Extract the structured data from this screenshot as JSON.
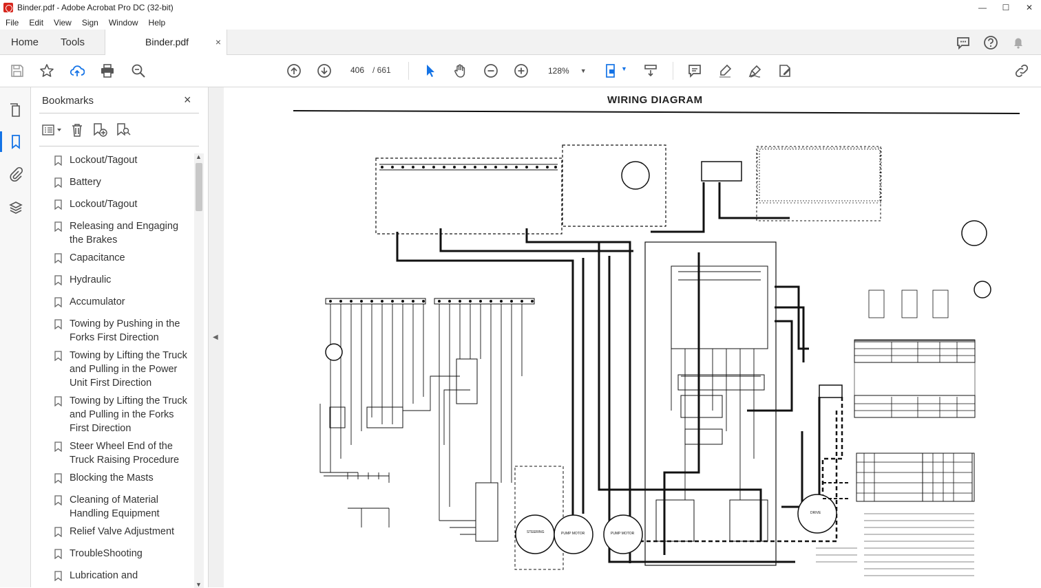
{
  "window": {
    "title": "Binder.pdf - Adobe Acrobat Pro DC (32-bit)"
  },
  "menu": [
    "File",
    "Edit",
    "View",
    "Sign",
    "Window",
    "Help"
  ],
  "tabs": {
    "home": "Home",
    "tools": "Tools",
    "document": "Binder.pdf",
    "close": "×"
  },
  "toolbar": {
    "page_current": "406",
    "page_total": "/ 661",
    "zoom": "128%"
  },
  "bookmarks": {
    "title": "Bookmarks",
    "close": "×",
    "items": [
      "Lockout/Tagout",
      "Battery",
      "Lockout/Tagout",
      "Releasing and Engaging the Brakes",
      "Capacitance",
      "Hydraulic",
      "Accumulator",
      "Towing by Pushing in the Forks First Direction",
      "Towing by Lifting the Truck and Pulling in the Power Unit First Direction",
      "Towing by Lifting the Truck and Pulling in the Forks First Direction",
      "Steer Wheel End of the Truck Raising Procedure",
      "Blocking the Masts",
      "Cleaning of Material Handling Equipment",
      "Relief Valve Adjustment",
      "TroubleShooting",
      "Lubrication and"
    ]
  },
  "document": {
    "heading": "WIRING DIAGRAM"
  },
  "icons": {
    "rail": [
      "pages-icon",
      "bookmark-icon",
      "attachment-icon",
      "layers-icon"
    ],
    "accent": "#1473e6"
  }
}
